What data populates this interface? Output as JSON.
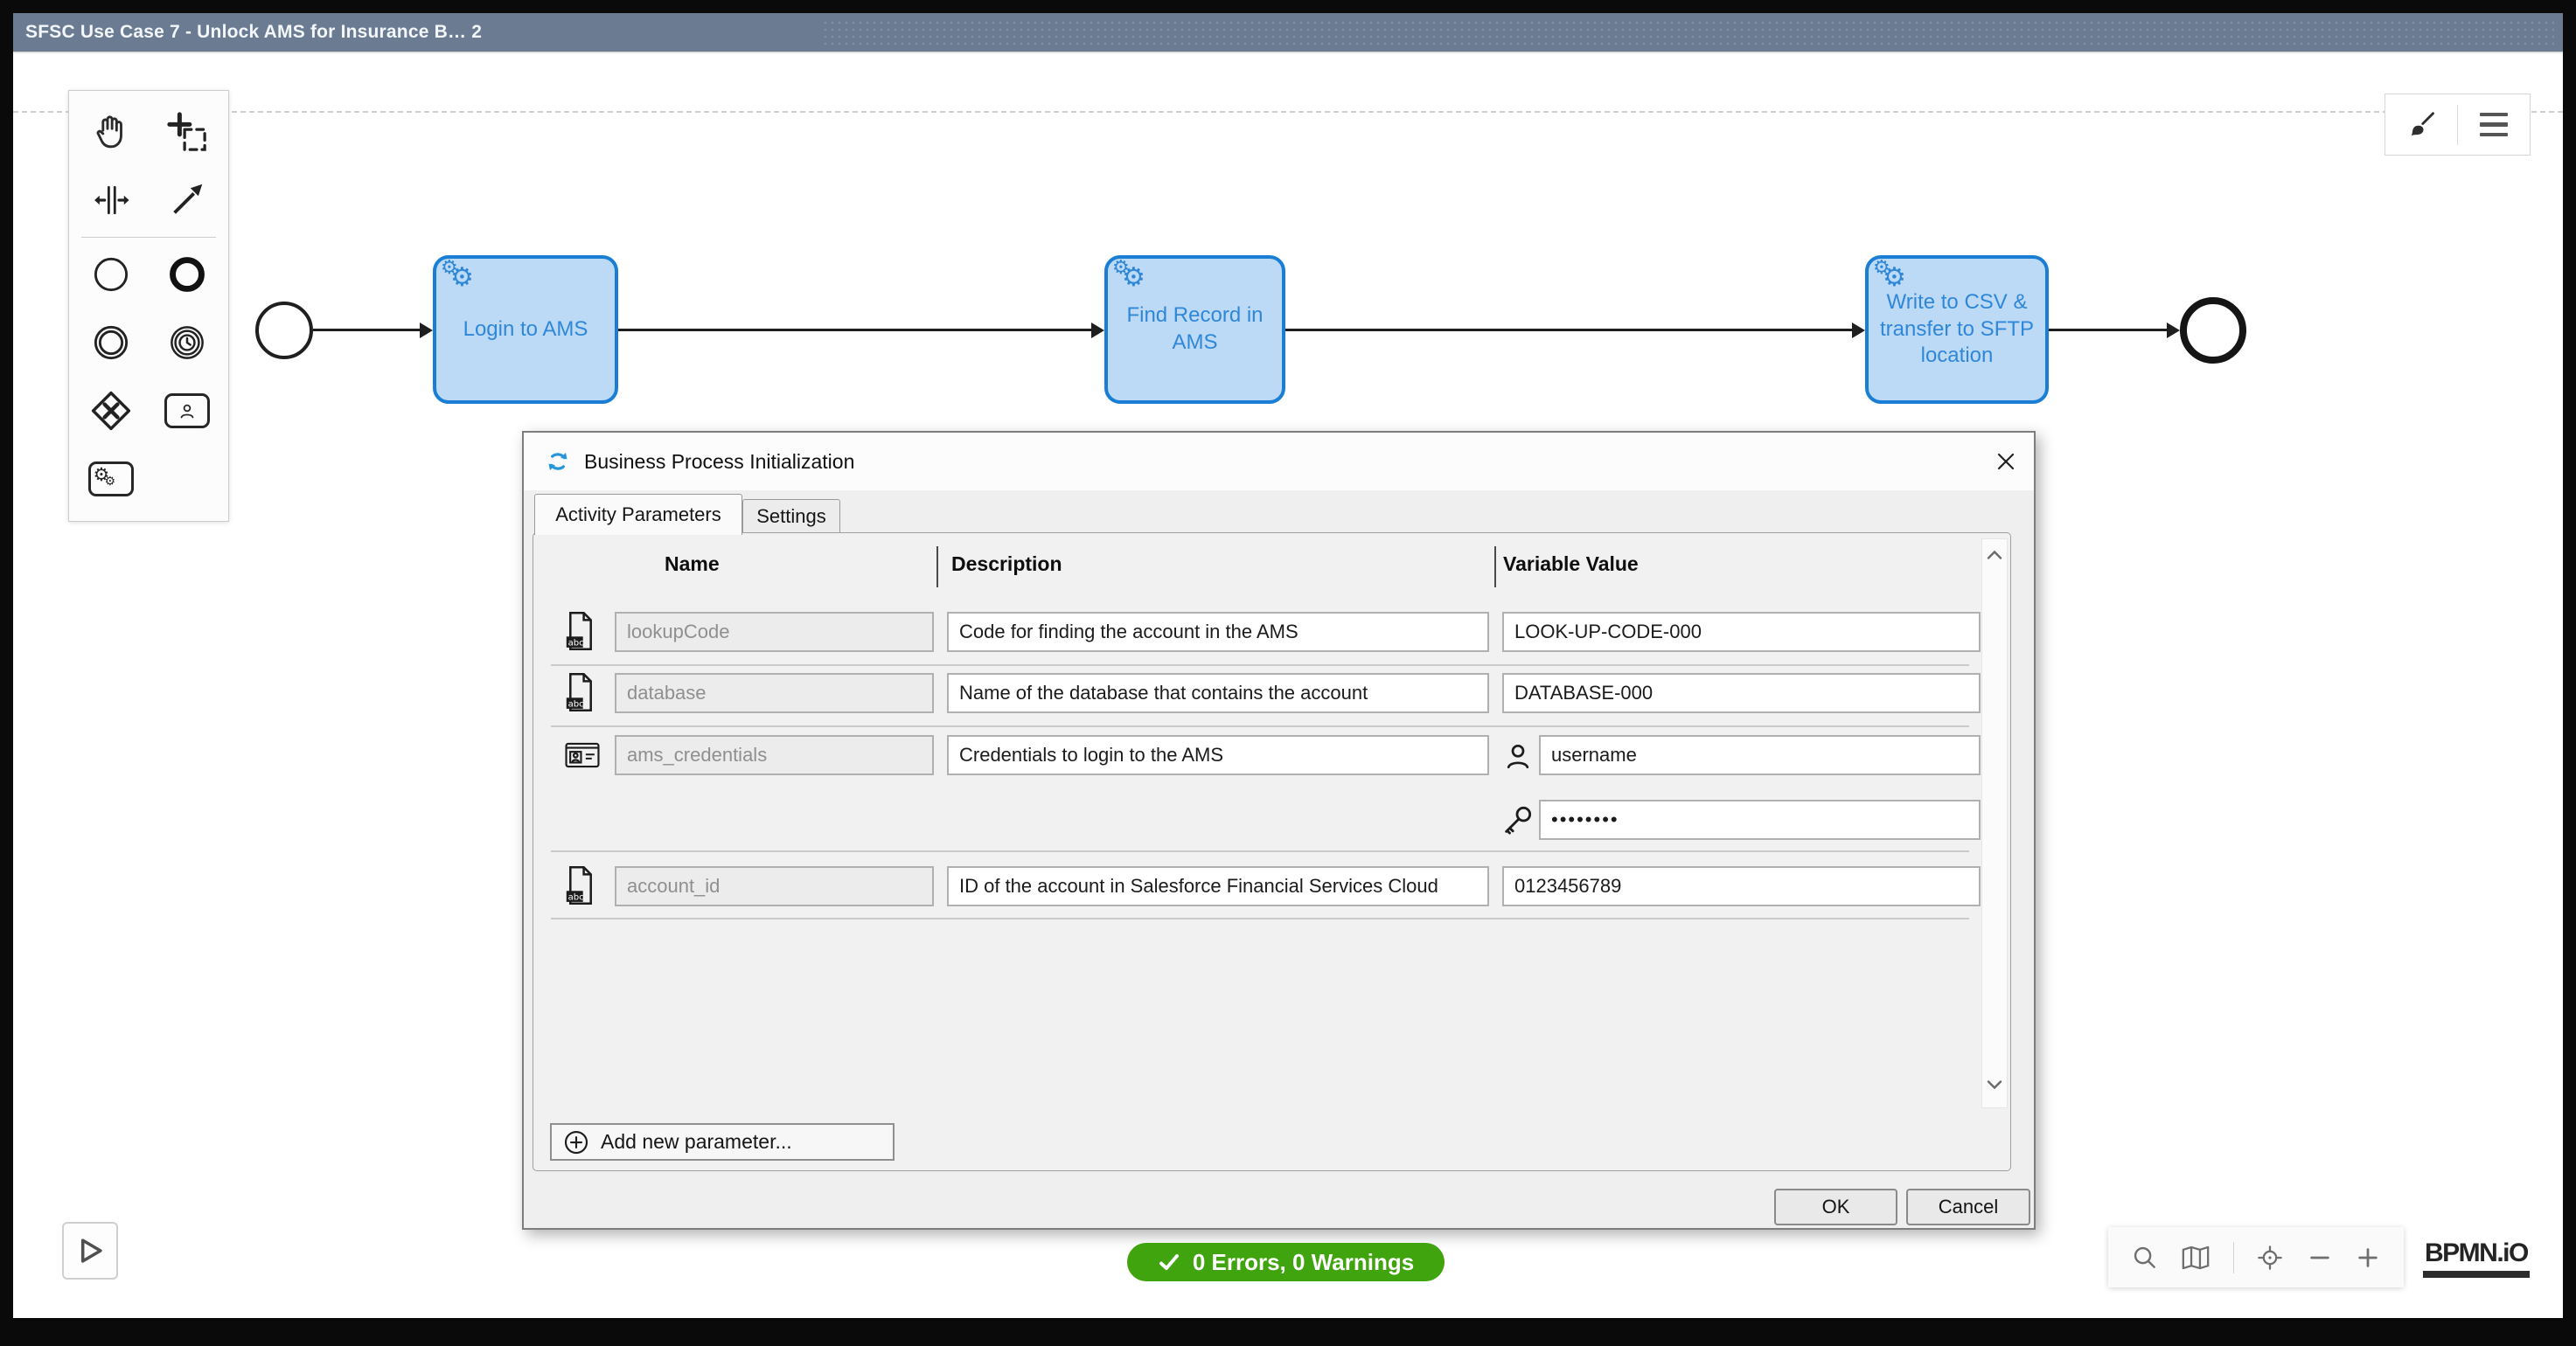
{
  "window": {
    "title": "SFSC Use Case 7 - Unlock AMS for Insurance B… 2"
  },
  "palette": {
    "items": [
      "hand-tool-icon",
      "lasso-tool-icon",
      "space-tool-icon",
      "global-connect-icon",
      "start-event-icon",
      "end-event-icon",
      "intermediate-event-icon",
      "timer-event-icon",
      "exclusive-gateway-icon",
      "user-task-icon",
      "service-task-icon"
    ]
  },
  "diagram": {
    "start_event": "start-event",
    "end_event": "end-event",
    "tasks": [
      {
        "label": "Login to AMS"
      },
      {
        "label": "Find Record in AMS"
      },
      {
        "label": "Write to CSV & transfer to SFTP location"
      }
    ]
  },
  "dialog": {
    "title": "Business Process Initialization",
    "icon": "process-sync-icon",
    "close_icon": "close-icon",
    "tabs": {
      "activity_parameters": "Activity Parameters",
      "settings": "Settings"
    },
    "table": {
      "headers": {
        "name": "Name",
        "description": "Description",
        "value": "Variable Value"
      },
      "rows": [
        {
          "icon": "text-parameter-icon",
          "name": "lookupCode",
          "description": "Code for finding the account in the AMS",
          "value": "LOOK-UP-CODE-000"
        },
        {
          "icon": "text-parameter-icon",
          "name": "database",
          "description": "Name of the database that contains the account",
          "value": "DATABASE-000"
        },
        {
          "icon": "credentials-parameter-icon",
          "name": "ams_credentials",
          "description": "Credentials to login to the AMS",
          "username": "username",
          "password": "••••••••"
        },
        {
          "icon": "text-parameter-icon",
          "name": "account_id",
          "description": "ID of the account in Salesforce Financial Services Cloud",
          "value": "0123456789"
        }
      ]
    },
    "add_parameter_label": "Add new parameter...",
    "ok_label": "OK",
    "cancel_label": "Cancel"
  },
  "status": {
    "validation": "0 Errors, 0 Warnings",
    "icon": "check-icon"
  },
  "controls": {
    "play": "play-icon",
    "nav_icons": [
      "search-icon",
      "minimap-icon",
      "reset-view-icon",
      "zoom-out-icon",
      "zoom-in-icon"
    ],
    "style_icons": [
      "brush-icon",
      "menu-icon"
    ]
  },
  "footer": {
    "logo": "BPMN.iO"
  },
  "colors": {
    "titlebar": "#6A7B92",
    "task_fill": "#BCD9F6",
    "task_border": "#1A7FD4",
    "task_text": "#2F87D8",
    "accent_blue": "#2795D9",
    "status_green": "#3FA40D"
  }
}
